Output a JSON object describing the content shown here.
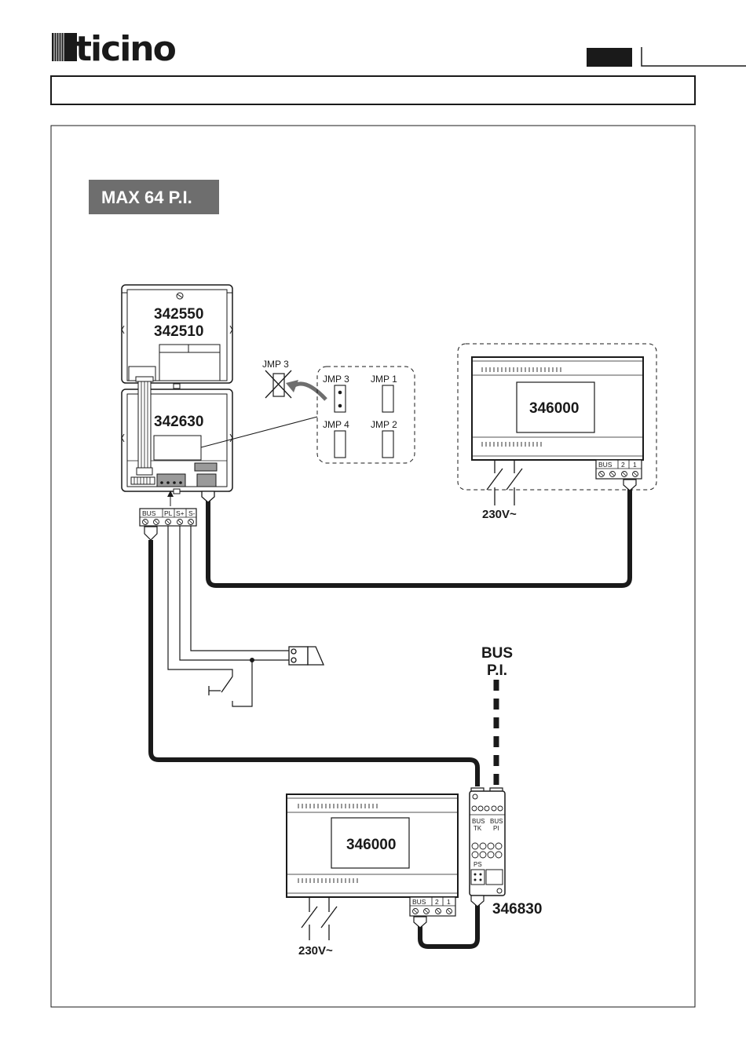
{
  "header": {
    "logo_text": "bticino"
  },
  "section_badge": "MAX 64  P.I.",
  "entrance_panel": {
    "upper_module_codes": [
      "342550",
      "342510"
    ],
    "lower_module_code": "342630"
  },
  "jumpers": {
    "removed_jumper_label": "JMP 3",
    "grid_labels": [
      "JMP 3",
      "JMP 1",
      "JMP 4",
      "JMP 2"
    ]
  },
  "terminal_block_labels": [
    "BUS",
    "PL",
    "S+",
    "S-"
  ],
  "power_supply_top": {
    "code": "346000",
    "terminal_labels": [
      "BUS",
      "2",
      "1"
    ],
    "mains_label": "230V~"
  },
  "power_supply_bottom": {
    "code": "346000",
    "terminal_labels": [
      "BUS",
      "2",
      "1"
    ],
    "mains_label": "230V~"
  },
  "interface": {
    "code": "346830",
    "bus_tk_label": [
      "BUS",
      "TK"
    ],
    "bus_pi_label": [
      "BUS",
      "PI"
    ],
    "ps_label": "PS"
  },
  "bus_pi_label": [
    "BUS",
    "P.I."
  ]
}
